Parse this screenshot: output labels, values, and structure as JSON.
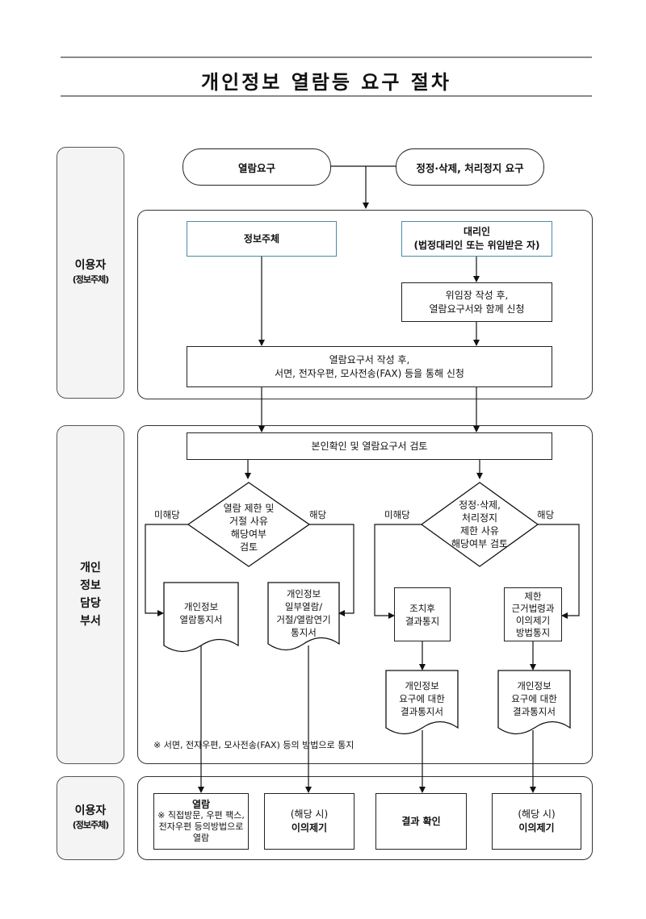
{
  "title": "개인정보 열람등 요구 절차",
  "lanes": {
    "user_top": {
      "line1": "이용자",
      "line2": "(정보주체)"
    },
    "dept": {
      "line1": "개인",
      "line2": "정보",
      "line3": "담당",
      "line4": "부서"
    },
    "user_bottom": {
      "line1": "이용자",
      "line2": "(정보주체)"
    }
  },
  "start": {
    "view_request": "열람요구",
    "correction_request": "정정·삭제, 처리정지 요구"
  },
  "applicant": {
    "subject": "정보주체",
    "agent_line1": "대리인",
    "agent_line2": "(법정대리인 또는 위임받은 자)",
    "proxy_line1": "위임장 작성 후,",
    "proxy_line2": "열람요구서와 함께 신청",
    "submit_line1": "열람요구서 작성 후,",
    "submit_line2": "서면, 전자우편, 모사전송(FAX) 등을 통해 신청"
  },
  "review": {
    "check": "본인확인 및 열람요구서 검토",
    "d1_line1": "열람 제한 및",
    "d1_line2": "거절 사유",
    "d1_line3": "해당여부",
    "d1_line4": "검토",
    "d2_line1": "정정·삭제,",
    "d2_line2": "처리정지",
    "d2_line3": "제한 사유",
    "d2_line4": "해당여부 검토",
    "not_applicable": "미해당",
    "applicable": "해당"
  },
  "outputs": {
    "doc1_line1": "개인정보",
    "doc1_line2": "열람통지서",
    "doc2_line1": "개인정보",
    "doc2_line2": "일부열람/",
    "doc2_line3": "거절/열람연기",
    "doc2_line4": "통지서",
    "box3_line1": "조치후",
    "box3_line2": "결과통지",
    "box4_line1": "제한",
    "box4_line2": "근거법령과",
    "box4_line3": "이의제기",
    "box4_line4": "방법통지",
    "doc5_line1": "개인정보",
    "doc5_line2": "요구에 대한",
    "doc5_line3": "결과통지서",
    "doc6_line1": "개인정보",
    "doc6_line2": "요구에 대한",
    "doc6_line3": "결과통지서",
    "note": "※ 서면, 전자우편, 모사전송(FAX) 등의 방법으로 통지"
  },
  "results": {
    "view_title": "열람",
    "view_line1": "※ 직접방문, 우편 팩스,",
    "view_line2": "전자우편 등의방법으로",
    "view_line3": "열람",
    "objection1_line1": "(해당 시)",
    "objection1_line2": "이의제기",
    "confirm": "결과 확인",
    "objection2_line1": "(해당 시)",
    "objection2_line2": "이의제기"
  }
}
